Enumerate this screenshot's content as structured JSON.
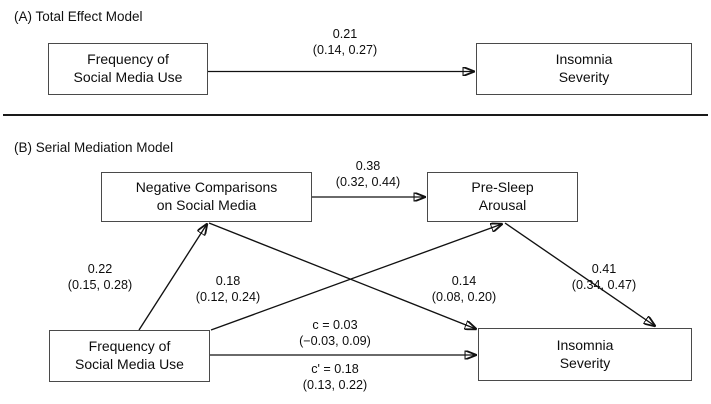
{
  "figure": {
    "panel_a": {
      "title": "(A) Total Effect Model",
      "nodes": {
        "predictor": {
          "line1": "Frequency of",
          "line2": "Social Media Use"
        },
        "outcome": {
          "line1": "Insomnia",
          "line2": "Severity"
        }
      },
      "paths": [
        {
          "name": "total-effect",
          "estimate": "0.21",
          "ci": "(0.14, 0.27)"
        }
      ]
    },
    "panel_b": {
      "title": "(B) Serial Mediation Model",
      "nodes": {
        "mediator1": {
          "line1": "Negative Comparisons",
          "line2": "on Social Media"
        },
        "mediator2": {
          "line1": "Pre-Sleep",
          "line2": "Arousal"
        },
        "predictor": {
          "line1": "Frequency of",
          "line2": "Social Media Use"
        },
        "outcome": {
          "line1": "Insomnia",
          "line2": "Severity"
        }
      },
      "paths": [
        {
          "name": "m1-to-m2",
          "estimate": "0.38",
          "ci": "(0.32, 0.44)"
        },
        {
          "name": "x-to-m1",
          "estimate": "0.22",
          "ci": "(0.15, 0.28)"
        },
        {
          "name": "m1-to-y",
          "estimate": "0.18",
          "ci": "(0.12, 0.24)"
        },
        {
          "name": "x-to-m2",
          "estimate": "0.14",
          "ci": "(0.08, 0.20)"
        },
        {
          "name": "m2-to-y",
          "estimate": "0.41",
          "ci": "(0.34, 0.47)"
        },
        {
          "name": "total-effect-c",
          "estimate": "c = 0.03",
          "ci": "(−0.03, 0.09)"
        },
        {
          "name": "direct-effect-c-prime",
          "estimate": "c' = 0.18",
          "ci": "(0.13, 0.22)"
        }
      ]
    },
    "colors": {
      "box_border": "#4a4a4a",
      "edge": "#111111",
      "text": "#0d0d0d",
      "divider": "#1a1a1a",
      "background": "#ffffff"
    }
  }
}
